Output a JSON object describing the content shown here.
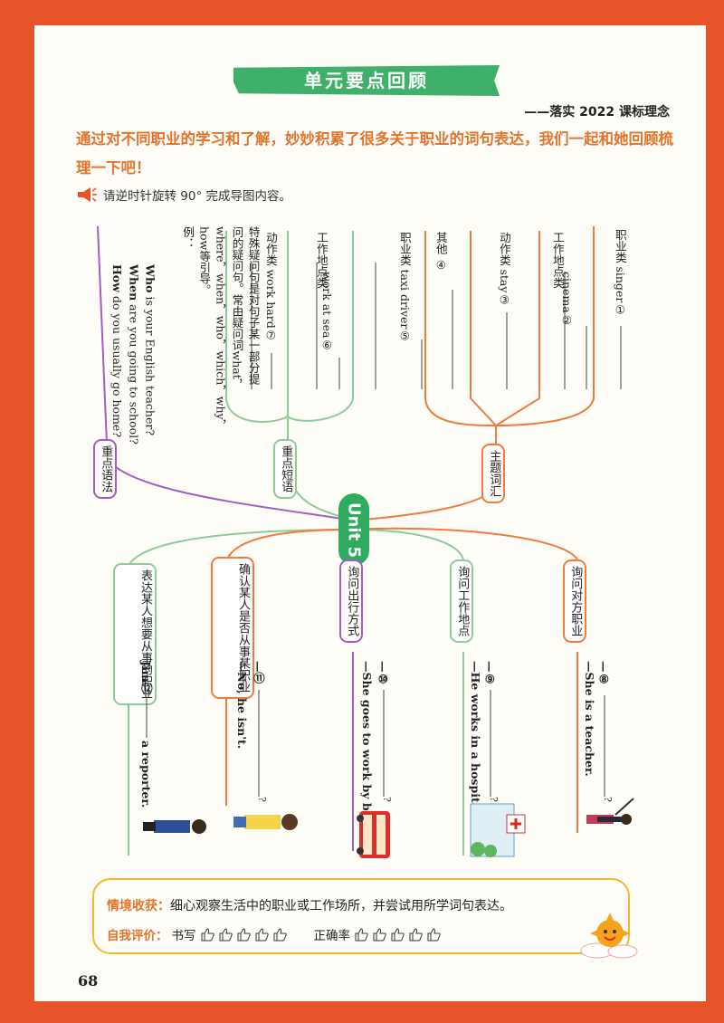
{
  "header": {
    "banner": "单元要点回顾",
    "subtitle": "——落实 2022 课标理念"
  },
  "intro": "通过对不同职业的学习和了解，妙妙积累了很多关于职业的词句表达，我们一起和她回顾梳理一下吧！",
  "instruction": "请逆时针旋转 90° 完成导图内容。",
  "center": "Unit 5",
  "top_branches": {
    "grammar": "重点语法",
    "phrases": "重点短语",
    "vocab": "主题词汇"
  },
  "vocab_items": {
    "jobs": "职业类 singer①",
    "places_label": "工作地点类",
    "places": "cinema②",
    "verbs": "动作类 stay③",
    "others": "其他 ④"
  },
  "phrase_items": {
    "jobs": "职业类 taxi driver⑤",
    "places_label": "工作地点类",
    "places": "work at sea⑥",
    "verbs": "动作类 work hard⑦"
  },
  "grammar_items": {
    "line1": "特殊疑问句是对句子某一部分提",
    "line2": "问的疑问句。常由疑问词what，",
    "line3": "where，when，who，which，why，",
    "line4": "how等引导。",
    "example_label": "例：",
    "ex1_bold": "Who",
    "ex1": " is your English teacher?",
    "ex2_bold": "When",
    "ex2": " are you going to school?",
    "ex3_bold": "How",
    "ex3": " do you usually go home?"
  },
  "bottom_branches": [
    {
      "label": "询问对方职业",
      "q": "—⑧",
      "a": "—She is a teacher."
    },
    {
      "label": "询问工作地点",
      "q": "—⑨",
      "a": "—He works in a hospital."
    },
    {
      "label": "询问出行方式",
      "q": "—⑩",
      "a": "—She goes to work by bus."
    },
    {
      "label": "确认某人是否从事某职业",
      "q": "—⑪",
      "a": "—No, he isn't."
    },
    {
      "label": "表达某人想要从事的职业",
      "q": "Jim⑫",
      "a": "a reporter."
    }
  ],
  "footer": {
    "gain_label": "情境收获：",
    "gain_text": "细心观察生活中的职业或工作场所，并尝试用所学词句表达。",
    "eval_label": "自我评价：",
    "writing": "书写",
    "accuracy": "正确率"
  },
  "page_number": "68",
  "colors": {
    "accent_orange": "#e8542a",
    "green": "#2eab5f",
    "light_green": "#8ccc99",
    "purple": "#a35cc5",
    "orange_line": "#f07c3c"
  }
}
